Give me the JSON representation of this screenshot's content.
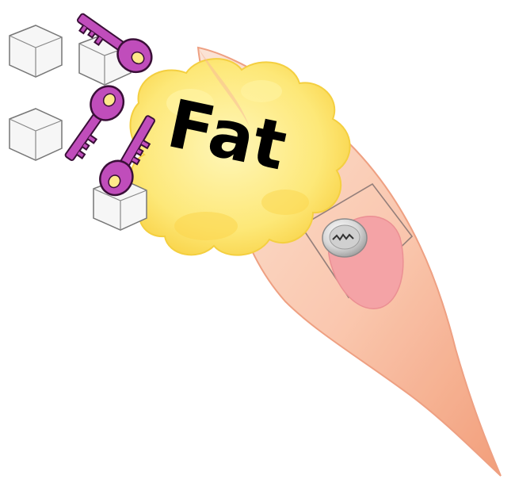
{
  "illustration": {
    "label": "Fat",
    "elements": [
      "sugar-cube-icon",
      "key-icon",
      "fat-cloud",
      "cell-body",
      "lock-icon",
      "nucleus"
    ]
  },
  "colors": {
    "key": "#c04dbb",
    "key_outline": "#3a0f38",
    "key_hole": "#ffe98a",
    "fat_cloud": "#fde46a",
    "fat_cloud_light": "#fff3a8",
    "cell": "#fbd5c0",
    "cell_edge": "#ef9a7a",
    "nucleus": "#f5a3a8",
    "lock": "#d9d9d9",
    "sugar_cube": "#f4f4f4",
    "sugar_cube_outline": "#7a7a7a",
    "text": "#000000"
  }
}
